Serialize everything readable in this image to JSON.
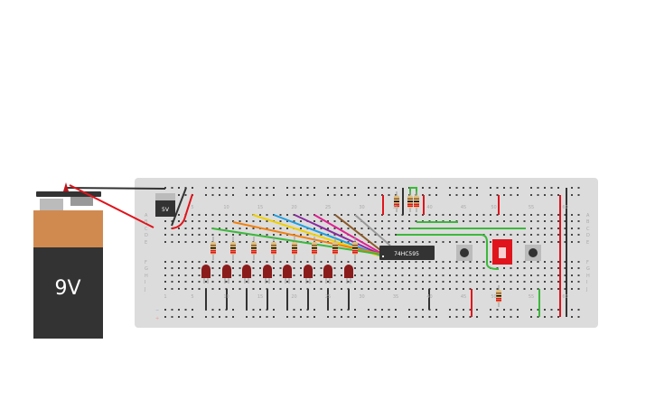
{
  "battery": {
    "label": "9V",
    "body_color": "#333333",
    "cap_color": "#d08a50"
  },
  "regulator": {
    "label": "5V"
  },
  "ic": {
    "label": "74HC595"
  },
  "breadboard": {
    "row_letters_top": [
      "A",
      "B",
      "C",
      "D",
      "E"
    ],
    "row_letters_bottom": [
      "F",
      "G",
      "H",
      "I",
      "J"
    ],
    "column_numbers": [
      "1",
      "5",
      "10",
      "15",
      "20",
      "25",
      "30",
      "35",
      "40",
      "45",
      "50",
      "55",
      "60"
    ],
    "rail_minus": "−",
    "rail_plus": "+"
  },
  "colors": {
    "board": "#dcdcdc",
    "led": "#8b1c1c",
    "switch": "#e0141c",
    "wire_red": "#e0141c",
    "wire_black": "#333333",
    "wire_green": "#3cb83c"
  }
}
